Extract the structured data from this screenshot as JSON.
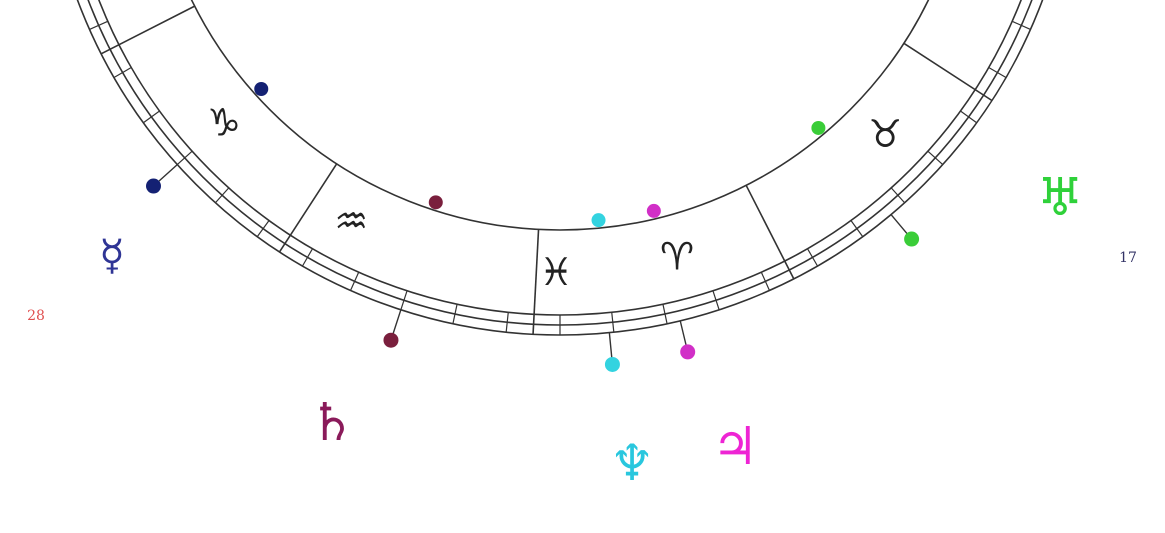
{
  "zodiac_signs": [
    {
      "name": "Capricorn",
      "glyph": "♑"
    },
    {
      "name": "Aquarius",
      "glyph": "♒"
    },
    {
      "name": "Pisces",
      "glyph": "♓"
    },
    {
      "name": "Aries",
      "glyph": "♈"
    },
    {
      "name": "Taurus",
      "glyph": "♉"
    }
  ],
  "planets": [
    {
      "name": "Mercury",
      "glyph": "☿",
      "color": "#2f3595"
    },
    {
      "name": "Saturn",
      "glyph": "♄",
      "color": "#8a1a5a"
    },
    {
      "name": "Neptune",
      "glyph": "♆",
      "color": "#29c7de"
    },
    {
      "name": "Jupiter",
      "glyph": "♃",
      "color": "#ee24d4"
    },
    {
      "name": "Uranus",
      "glyph": "♅",
      "color": "#2fd13a"
    }
  ],
  "degree_labels": [
    {
      "text": "28",
      "color": "#e05050"
    },
    {
      "text": "17",
      "color": "#333366"
    }
  ],
  "colors": {
    "wheel_line": "#333333",
    "glyph": "#222222",
    "dot_navy": "#142173",
    "dot_maroon": "#7a1f3d",
    "dot_cyan": "#33d3e0",
    "dot_magenta": "#d12fc7",
    "dot_green": "#3acd38"
  }
}
